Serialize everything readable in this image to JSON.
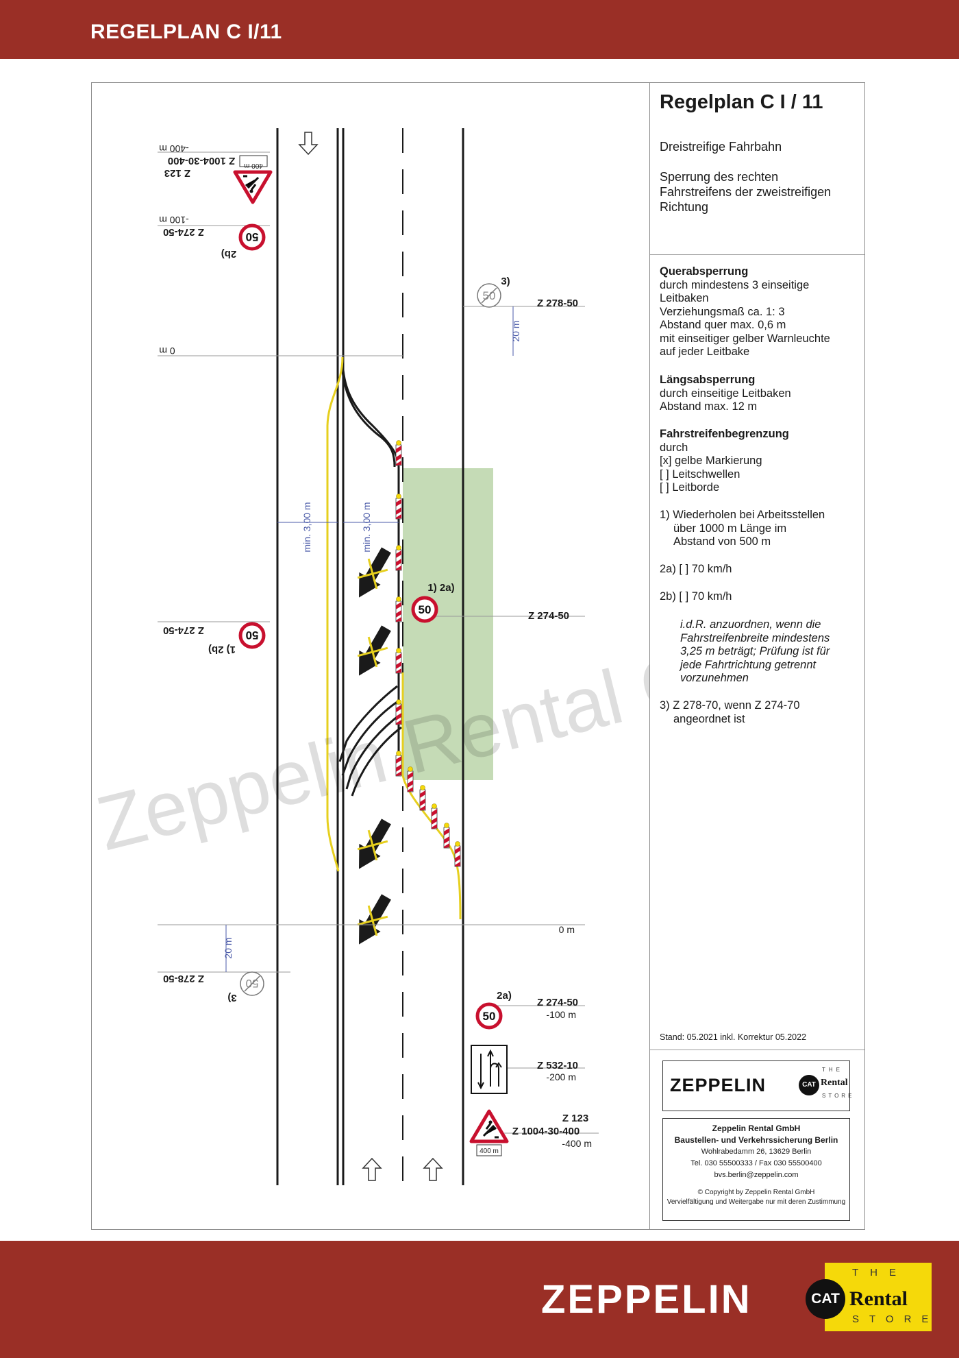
{
  "header": {
    "title": "REGELPLAN C I/11"
  },
  "panel": {
    "title": "Regelplan C I / 11",
    "subtitle": "Dreistreifige Fahrbahn",
    "description": [
      "Sperrung des rechten",
      "Fahrstreifens der zweistreifigen",
      "Richtung"
    ],
    "querabsperrung": {
      "title": "Querabsperrung",
      "lines": [
        "durch mindestens 3 einseitige",
        "Leitbaken",
        "Verziehungsmaß ca. 1: 3",
        "Abstand quer max. 0,6 m",
        "mit einseitiger gelber Warnleuchte",
        "auf jeder Leitbake"
      ]
    },
    "laengsabsperrung": {
      "title": "Längsabsperrung",
      "lines": [
        "durch einseitige Leitbaken",
        "Abstand max. 12 m"
      ]
    },
    "fahrstreifenbegrenzung": {
      "title": "Fahrstreifenbegrenzung",
      "lines": [
        "durch",
        "[x] gelbe Markierung",
        "[  ] Leitschwellen",
        "[  ] Leitborde"
      ]
    },
    "note1": [
      "1) Wiederholen bei Arbeitsstellen",
      "über 1000 m Länge im",
      "Abstand von 500 m"
    ],
    "note2a": "2a) [  ] 70 km/h",
    "note2b": "2b) [  ] 70 km/h",
    "note_italic": [
      "i.d.R. anzuordnen, wenn die",
      "Fahrstreifenbreite mindestens",
      "3,25 m beträgt; Prüfung ist für",
      "jede Fahrtrichtung getrennt",
      "vorzunehmen"
    ],
    "note3": [
      "3) Z 278-70, wenn Z 274-70",
      "angeordnet ist"
    ],
    "stand": "Stand: 05.2021 inkl. Korrektur 05.2022",
    "company": {
      "name": "Zeppelin Rental GmbH",
      "division": "Baustellen- und Verkehrssicherung Berlin",
      "address": "Wohlrabedamm 26, 13629 Berlin",
      "phone": "Tel. 030 55500333 / Fax 030 55500400",
      "email": "bvs.berlin@zeppelin.com",
      "copyright": "© Copyright by Zeppelin Rental GmbH",
      "rights": "Vervielfältigung und Weitergabe nur mit deren Zustimmung"
    },
    "logo": {
      "brand": "ZEPPELIN",
      "cat": "CAT",
      "rental": "Rental",
      "the": "THE",
      "store": "STORE"
    }
  },
  "diagram": {
    "labels": {
      "z123_top": "Z  123",
      "z1004_top": "Z  1004-30-400",
      "dist400_top": "-400 m",
      "plate400_top": "400 m",
      "z274_top": "Z  274-50",
      "dist100_top": "-100 m",
      "fn2b_top": "2b)",
      "fn3_top": "3)",
      "z278_top": "Z  278-50",
      "dist20_top": "20 m",
      "zero_top": "0 m",
      "min300_a": "min. 3,00 m",
      "min300_b": "min. 3,00 m",
      "fn12a": "1) 2a)",
      "z274_mid": "Z  274-50",
      "z274_left": "Z  274-50",
      "fn12b_left": "1) 2b)",
      "zero_bottom": "0 m",
      "dist20_bottom": "20 m",
      "z278_left": "Z  278-50",
      "fn3_left": "3)",
      "fn2a_bottom": "2a)",
      "z274_bottom": "Z  274-50",
      "dist100_bottom": "-100 m",
      "z532": "Z  532-10",
      "dist200": "-200 m",
      "z123_bottom": "Z  123",
      "z1004_bottom": "Z  1004-30-400",
      "dist400_bottom": "-400 m",
      "plate400_bottom": "400 m",
      "sign50": "50"
    },
    "watermark": "Zeppelin Rental GmbH",
    "colors": {
      "green_area": "#c5dbb6",
      "yellow": "#e6cf1e",
      "sign_red": "#c8102e",
      "dim_blue": "#4a5aa8"
    }
  },
  "footer": {
    "brand": "ZEPPELIN",
    "cat": "CAT",
    "rental": "Rental",
    "the": "THE",
    "store": "STORE"
  }
}
